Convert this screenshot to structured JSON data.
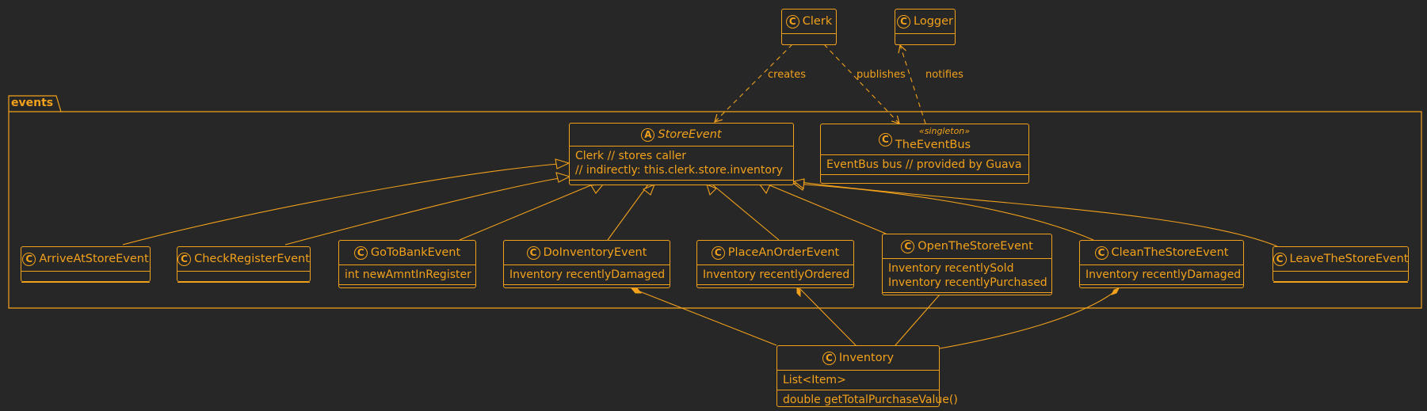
{
  "package": {
    "name": "events"
  },
  "classes": {
    "clerk": {
      "name": "Clerk",
      "badge": "C"
    },
    "logger": {
      "name": "Logger",
      "badge": "C"
    },
    "store_event": {
      "name": "StoreEvent",
      "badge": "A",
      "attributes": [
        "Clerk // stores caller",
        "// indirectly: this.clerk.store.inventory"
      ]
    },
    "event_bus": {
      "name": "TheEventBus",
      "badge": "C",
      "stereotype": "«singleton»",
      "attributes": [
        "EventBus bus // provided by Guava"
      ]
    },
    "arrive": {
      "name": "ArriveAtStoreEvent",
      "badge": "C"
    },
    "check_register": {
      "name": "CheckRegisterEvent",
      "badge": "C"
    },
    "go_to_bank": {
      "name": "GoToBankEvent",
      "badge": "C",
      "attributes": [
        "int newAmntInRegister"
      ]
    },
    "do_inventory": {
      "name": "DoInventoryEvent",
      "badge": "C",
      "attributes": [
        "Inventory recentlyDamaged"
      ]
    },
    "place_order": {
      "name": "PlaceAnOrderEvent",
      "badge": "C",
      "attributes": [
        "Inventory recentlyOrdered"
      ]
    },
    "open_store": {
      "name": "OpenTheStoreEvent",
      "badge": "C",
      "attributes": [
        "Inventory recentlySold",
        "Inventory recentlyPurchased"
      ]
    },
    "clean_store": {
      "name": "CleanTheStoreEvent",
      "badge": "C",
      "attributes": [
        "Inventory recentlyDamaged"
      ]
    },
    "leave_store": {
      "name": "LeaveTheStoreEvent",
      "badge": "C"
    },
    "inventory": {
      "name": "Inventory",
      "badge": "C",
      "attributes": [
        "List<Item>"
      ],
      "methods": [
        "double getTotalPurchaseValue()"
      ]
    }
  },
  "relations": {
    "creates": "creates",
    "publishes": "publishes",
    "notifies": "notifies"
  },
  "colors": {
    "background": "#272727",
    "stroke": "#f2a11b"
  }
}
